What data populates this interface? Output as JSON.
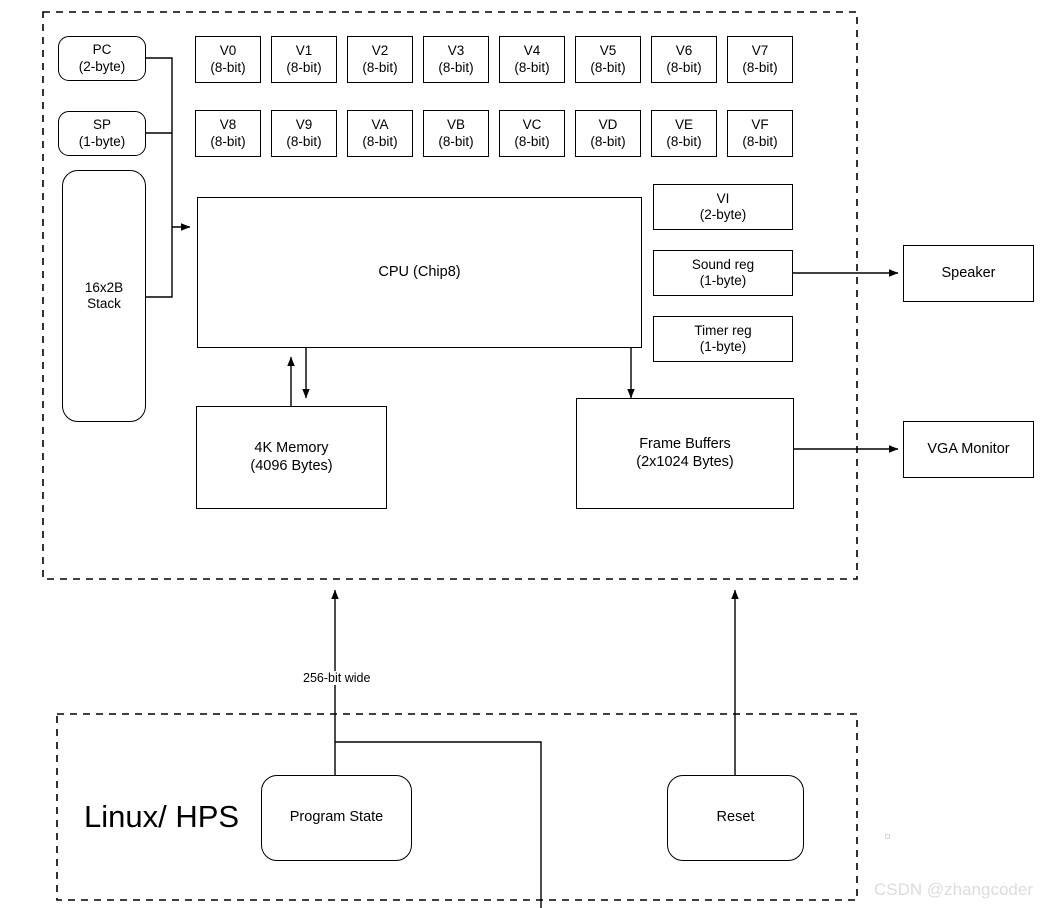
{
  "diagram": {
    "title": "Chip8 System Architecture Block Diagram",
    "colors": {
      "stroke": "#000000",
      "background": "#ffffff",
      "dashed_boundary": "#000000",
      "watermark": "#dcdcdc"
    },
    "regions": [
      {
        "name": "fpga-region",
        "label": ""
      },
      {
        "name": "hps-region",
        "label": "Linux/ HPS"
      }
    ],
    "special_registers": [
      {
        "name": "pc",
        "l1": "PC",
        "l2": "(2-byte)"
      },
      {
        "name": "sp",
        "l1": "SP",
        "l2": "(1-byte)"
      },
      {
        "name": "stack",
        "l1": "16x2B",
        "l2": "Stack"
      }
    ],
    "v_registers_row1": [
      {
        "l1": "V0",
        "l2": "(8-bit)"
      },
      {
        "l1": "V1",
        "l2": "(8-bit)"
      },
      {
        "l1": "V2",
        "l2": "(8-bit)"
      },
      {
        "l1": "V3",
        "l2": "(8-bit)"
      },
      {
        "l1": "V4",
        "l2": "(8-bit)"
      },
      {
        "l1": "V5",
        "l2": "(8-bit)"
      },
      {
        "l1": "V6",
        "l2": "(8-bit)"
      },
      {
        "l1": "V7",
        "l2": "(8-bit)"
      }
    ],
    "v_registers_row2": [
      {
        "l1": "V8",
        "l2": "(8-bit)"
      },
      {
        "l1": "V9",
        "l2": "(8-bit)"
      },
      {
        "l1": "VA",
        "l2": "(8-bit)"
      },
      {
        "l1": "VB",
        "l2": "(8-bit)"
      },
      {
        "l1": "VC",
        "l2": "(8-bit)"
      },
      {
        "l1": "VD",
        "l2": "(8-bit)"
      },
      {
        "l1": "VE",
        "l2": "(8-bit)"
      },
      {
        "l1": "VF",
        "l2": "(8-bit)"
      }
    ],
    "side_registers": [
      {
        "name": "vi-register",
        "l1": "VI",
        "l2": "(2-byte)"
      },
      {
        "name": "sound-register",
        "l1": "Sound reg",
        "l2": "(1-byte)"
      },
      {
        "name": "timer-register",
        "l1": "Timer reg",
        "l2": "(1-byte)"
      }
    ],
    "core": {
      "cpu": {
        "l1": "CPU (Chip8)",
        "l2": ""
      },
      "memory": {
        "l1": "4K Memory",
        "l2": "(4096 Bytes)"
      },
      "frame_buffers": {
        "l1": "Frame Buffers",
        "l2": "(2x1024 Bytes)"
      }
    },
    "peripherals": [
      {
        "name": "speaker",
        "l1": "Speaker",
        "l2": ""
      },
      {
        "name": "vga-monitor",
        "l1": "VGA Monitor",
        "l2": ""
      }
    ],
    "hps_nodes": [
      {
        "name": "program-state",
        "l1": "Program State",
        "l2": ""
      },
      {
        "name": "reset",
        "l1": "Reset",
        "l2": ""
      }
    ],
    "edge_labels": [
      {
        "name": "bus-width-label",
        "text": "256-bit wide"
      }
    ],
    "watermark": {
      "text": "CSDN @zhangcoder"
    }
  }
}
